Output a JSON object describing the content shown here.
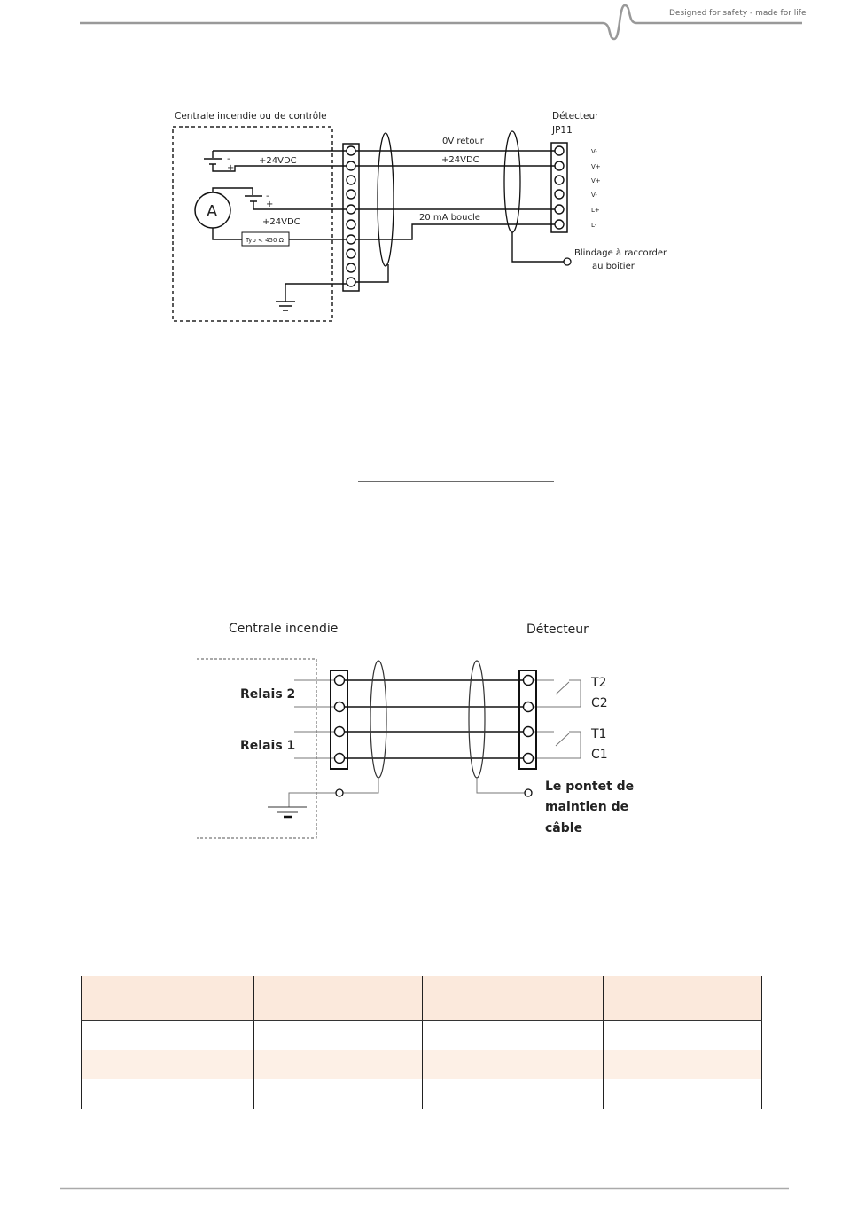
{
  "header": {
    "tagline": "Designed for safety - made for life"
  },
  "diagram1": {
    "panel_label": "Centrale incendie ou de contrôle",
    "detector_label": "Détecteur",
    "jumper_label": "JP11",
    "supply_label_1": "+24VDC",
    "supply_label_2": "+24VDC",
    "wire_0v": "0V retour",
    "wire_24v": "+24VDC",
    "wire_loop": "20 mA boucle",
    "ammeter": "A",
    "resistor": "Typ < 450 Ω",
    "minus": "-",
    "plus": "+",
    "terminals": [
      "V-",
      "V+",
      "V+",
      "V-",
      "L+",
      "L-"
    ],
    "shield_line1": "Blindage à raccorder",
    "shield_line2": "au boîtier"
  },
  "diagram2": {
    "panel_label": "Centrale incendie",
    "detector_label": "Détecteur",
    "relay2": "Relais 2",
    "relay1": "Relais 1",
    "contacts": [
      "T2",
      "C2",
      "T1",
      "C1"
    ],
    "clamp_line1": "Le pontet de",
    "clamp_line2": "maintien de",
    "clamp_line3": "câble"
  },
  "table": {
    "columns": 4,
    "rows": 3
  }
}
